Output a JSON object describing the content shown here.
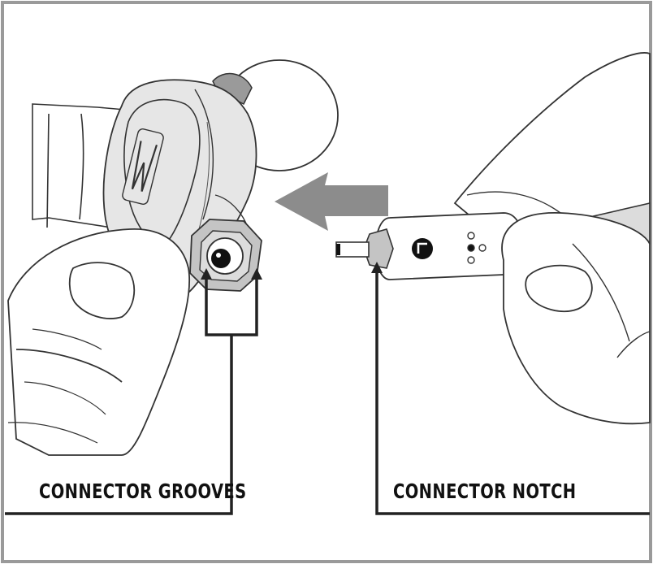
{
  "labels": {
    "connector_grooves": "CONNECTOR GROOVES",
    "connector_notch": "CONNECTOR NOTCH"
  },
  "colors": {
    "line": "#222222",
    "frame": "#9a9a9a",
    "earpiece": "#e6e6e6",
    "arrow": "#8c8c8c",
    "skin": "#ffffff"
  },
  "icons": {
    "brand_logo": "w-logo",
    "cable_marker": "l-bracket-icon",
    "direction": "left-arrow"
  }
}
